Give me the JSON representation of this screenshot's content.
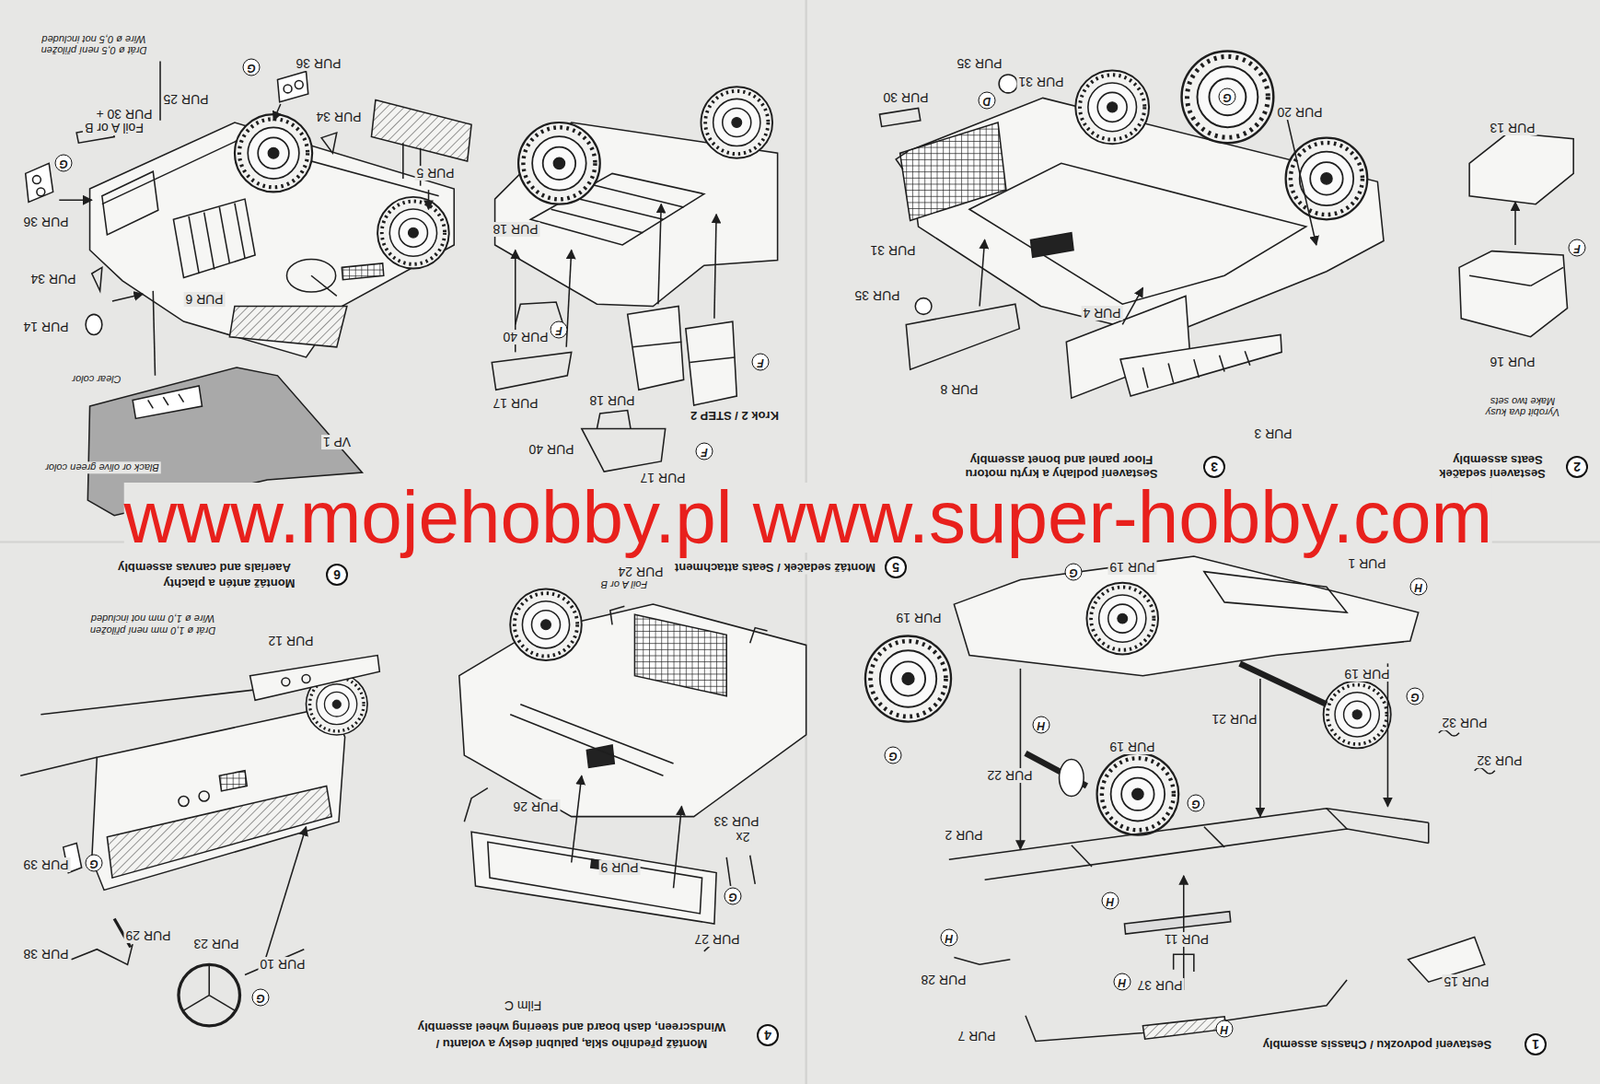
{
  "diagram": {
    "labels": [
      "Wire ø 0,5 not included",
      "Drát ø 0,5 není přiložen",
      "PUR 36",
      "G",
      "PUR 25",
      "PUR 30 +",
      "Foil A or B",
      "PUR 34",
      "PUR 5",
      "G",
      "PUR 36",
      "PUR 34",
      "PUR 6",
      "PUR 14",
      "Clear color",
      "VP 1",
      "Black or olive green color",
      "Aaerials and canvas assembly",
      "Montáž antén a plachty",
      "6",
      "PUR 18",
      "F",
      "PUR 40",
      "PUR 17",
      "PUR 18",
      "F",
      "Krok 2 / STEP 2",
      "PUR 40",
      "F",
      "PUR 17",
      "Montáž sedaček / Seats attachment",
      "5",
      "PUR 35",
      "PUR 31",
      "PUR 30",
      "D",
      "G",
      "PUR 20",
      "PUR 31",
      "PUR 35",
      "PUR 4",
      "PUR 8",
      "PUR 3",
      "Floor panel and bonet assembly",
      "Sestavení podlahy a krytu motoru",
      "3",
      "PUR 13",
      "F",
      "PUR 16",
      "Make two sets",
      "Vyrobit dva kusy",
      "Seats assembly",
      "Sestavení sedaček",
      "2",
      "www.mojehobby.pl www.super-hobby.com",
      "PUR 24",
      "Foil A or B",
      "PUR 26",
      "PUR 33",
      "2x",
      "PUR 9",
      "G",
      "PUR 27",
      "Film C",
      "Windscreen, dash board and steering wheel assembly",
      "Montáž předního skla, palubní desky a volantu /",
      "4",
      "Wire ø 1,0 mm not included",
      "Drát ø 1,0 mm není přiložen",
      "PUR 12",
      "PUR 39",
      "G",
      "PUR 29",
      "PUR 38",
      "PUR 23",
      "PUR 10",
      "G",
      "PUR 1",
      "PUR 19",
      "G",
      "H",
      "PUR 19",
      "PUR 19",
      "G",
      "PUR 21",
      "H",
      "PUR 32",
      "PUR 19",
      "G",
      "PUR 32",
      "PUR 22",
      "G",
      "PUR 2",
      "H",
      "PUR 11",
      "H",
      "PUR 28",
      "H",
      "PUR 37",
      "PUR 15",
      "H",
      "PUR 7",
      "Sestavení podvozku / Chassis assembly",
      "1"
    ]
  }
}
